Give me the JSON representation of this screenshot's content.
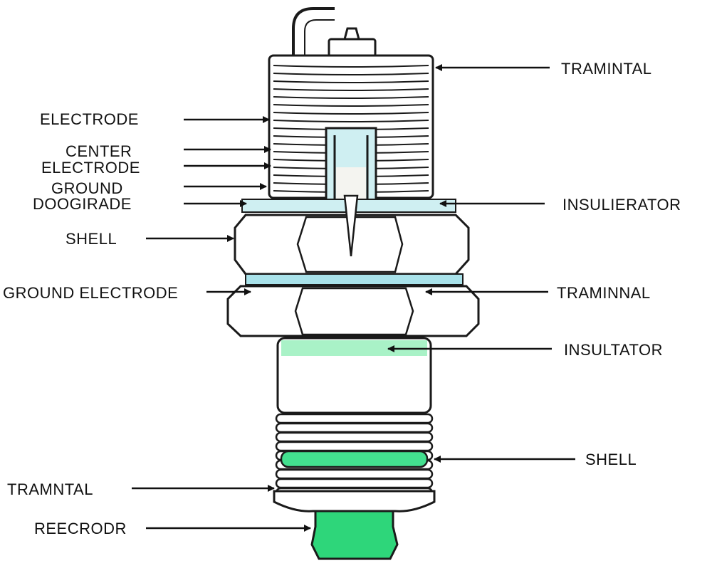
{
  "colors": {
    "outline": "#1a1a1a",
    "fill": "#ffffff",
    "light_cyan": "#cfeff2",
    "cyan_band": "#a9e2ea",
    "green_band": "#43e08f",
    "green_light": "#a9f2c7",
    "green_tip": "#2ed67a"
  },
  "labels": {
    "left": [
      {
        "text": "ELECTRODE"
      },
      {
        "text": "CENTER"
      },
      {
        "text": "ELECTRODE"
      },
      {
        "text": "GROUND"
      },
      {
        "text": "DOOGIRADE"
      },
      {
        "text": "SHELL"
      },
      {
        "text": "GROUND ELECTRODE"
      },
      {
        "text": "TRAMNTAL"
      },
      {
        "text": "REECRODR"
      }
    ],
    "right": [
      {
        "text": "TRAMINTAL"
      },
      {
        "text": "INSULIERATOR"
      },
      {
        "text": "TRAMINNAL"
      },
      {
        "text": "INSULTATOR"
      },
      {
        "text": "SHELL"
      }
    ]
  }
}
